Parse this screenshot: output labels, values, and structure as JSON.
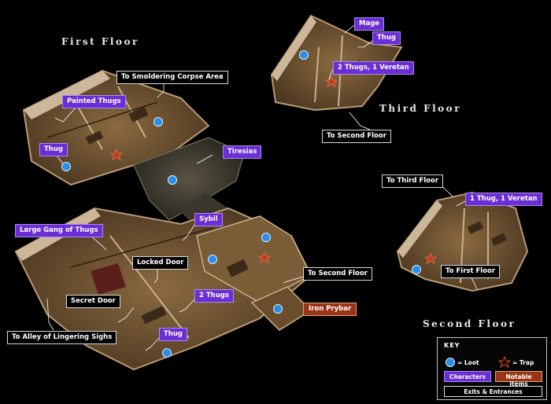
{
  "floors": {
    "first": "First Floor",
    "second": "Second Floor",
    "third": "Third Floor"
  },
  "callouts": {
    "characters": {
      "painted_thugs": "Painted Thugs",
      "thug_first_floor": "Thug",
      "tiresias": "Tiresias",
      "large_gang": "Large Gang of Thugs",
      "sybil": "Sybil",
      "two_thugs": "2 Thugs",
      "thug_bottom": "Thug",
      "mage": "Mage",
      "thug_third_floor": "Thug",
      "two_thugs_veretan": "2 Thugs, 1 Veretan",
      "one_thug_veretan": "1 Thug, 1 Veretan"
    },
    "exits": {
      "to_smoldering": "To Smoldering Corpse Area",
      "locked_door": "Locked Door",
      "secret_door": "Secret Door",
      "to_alley": "To Alley of Lingering Sighs",
      "to_second_floor_first": "To Second Floor",
      "to_second_floor_third": "To Second Floor",
      "to_third_floor": "To Third Floor",
      "to_first_floor": "To First Floor"
    },
    "items": {
      "iron_prybar": "Iron Prybar"
    }
  },
  "key": {
    "title": "KEY",
    "loot_label": "= Loot",
    "trap_label": "= Trap",
    "characters_label": "Characters",
    "notable_items_label": "Notable items",
    "exits_label": "Exits & Entrances"
  },
  "colors": {
    "characters": "#6a2dd6",
    "notable_items": "#9a3417",
    "exits": "#000000",
    "loot": "#2b8ee8",
    "trap": "#c23a1a"
  },
  "icons": {
    "loot": "loot-marker-icon",
    "trap": "trap-star-icon"
  }
}
